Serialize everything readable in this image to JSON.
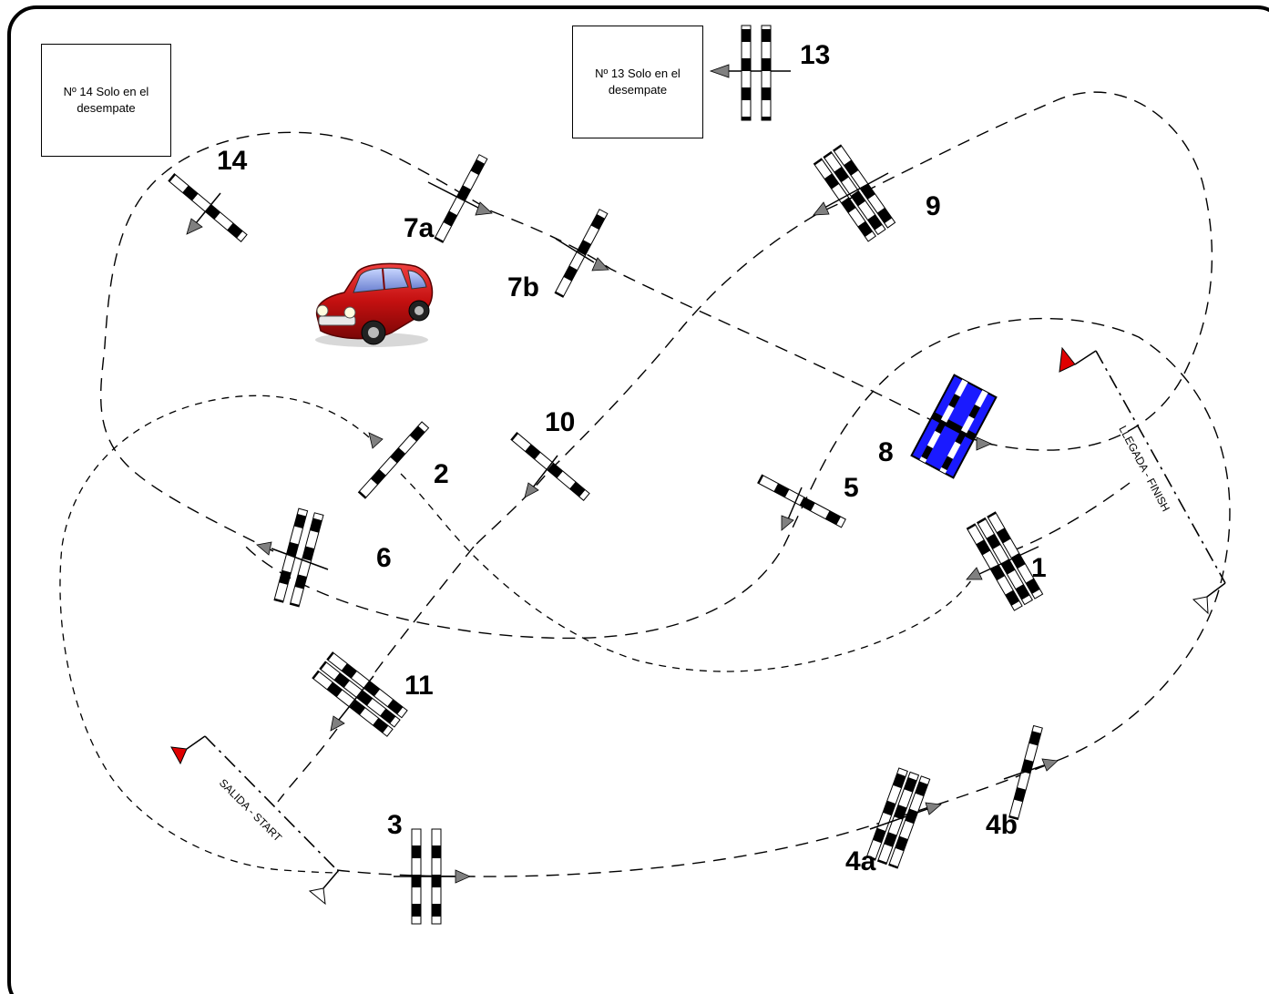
{
  "notes": {
    "n14": "Nº 14 Solo en el desempate",
    "n13": "Nº 13 Solo en el desempate"
  },
  "obstacles": {
    "o1": "1",
    "o2": "2",
    "o3": "3",
    "o4a": "4a",
    "o4b": "4b",
    "o5": "5",
    "o6": "6",
    "o7a": "7a",
    "o7b": "7b",
    "o8": "8",
    "o9": "9",
    "o10": "10",
    "o11": "11",
    "o13": "13",
    "o14": "14"
  },
  "lines": {
    "start": "SALIDA - START",
    "finish": "LLEGADA - FINISH"
  },
  "colors": {
    "border": "#000000",
    "pole_dark": "#000000",
    "water_jump": "#1a1aff",
    "flag_red": "#e00000",
    "car": "#c41010",
    "arrow_fill": "#808080"
  },
  "icons": [
    "car-icon",
    "red-flag-icon",
    "white-flag-icon",
    "arrow-icon"
  ]
}
